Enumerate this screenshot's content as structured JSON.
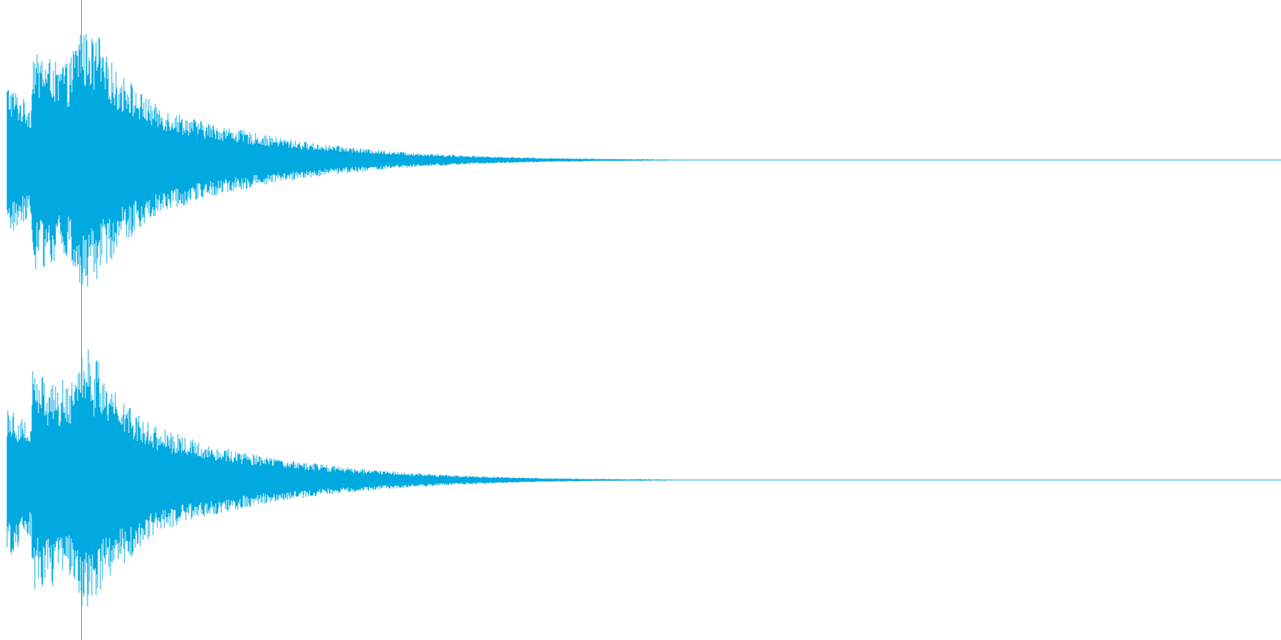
{
  "chart_data": {
    "type": "area",
    "title": "",
    "xlabel": "",
    "ylabel": "",
    "x_range": [
      0,
      1
    ],
    "ylim": [
      -1,
      1
    ],
    "grid": false,
    "legend": "none",
    "playhead": 0.058,
    "series": [
      {
        "channel": 1,
        "envelope": [
          [
            0.0,
            0.55
          ],
          [
            0.004,
            0.52
          ],
          [
            0.008,
            0.48
          ],
          [
            0.012,
            0.44
          ],
          [
            0.016,
            0.41
          ],
          [
            0.019,
            0.4
          ],
          [
            0.02,
            0.84
          ],
          [
            0.024,
            0.73
          ],
          [
            0.028,
            0.78
          ],
          [
            0.032,
            0.7
          ],
          [
            0.036,
            0.76
          ],
          [
            0.04,
            0.62
          ],
          [
            0.044,
            0.74
          ],
          [
            0.048,
            0.66
          ],
          [
            0.052,
            0.8
          ],
          [
            0.056,
            0.9
          ],
          [
            0.058,
            1.0
          ],
          [
            0.061,
            0.87
          ],
          [
            0.064,
            0.96
          ],
          [
            0.068,
            0.82
          ],
          [
            0.072,
            0.9
          ],
          [
            0.076,
            0.7
          ],
          [
            0.08,
            0.76
          ],
          [
            0.085,
            0.63
          ],
          [
            0.09,
            0.59
          ],
          [
            0.095,
            0.61
          ],
          [
            0.1,
            0.5
          ],
          [
            0.108,
            0.46
          ],
          [
            0.115,
            0.4
          ],
          [
            0.125,
            0.36
          ],
          [
            0.135,
            0.33
          ],
          [
            0.145,
            0.3
          ],
          [
            0.155,
            0.27
          ],
          [
            0.17,
            0.24
          ],
          [
            0.185,
            0.21
          ],
          [
            0.2,
            0.18
          ],
          [
            0.22,
            0.15
          ],
          [
            0.24,
            0.12
          ],
          [
            0.26,
            0.1
          ],
          [
            0.28,
            0.08
          ],
          [
            0.3,
            0.065
          ],
          [
            0.32,
            0.052
          ],
          [
            0.34,
            0.042
          ],
          [
            0.36,
            0.033
          ],
          [
            0.38,
            0.026
          ],
          [
            0.4,
            0.02
          ],
          [
            0.42,
            0.015
          ],
          [
            0.44,
            0.012
          ],
          [
            0.46,
            0.009
          ],
          [
            0.48,
            0.007
          ],
          [
            0.5,
            0.005
          ],
          [
            0.52,
            0.004
          ],
          [
            0.54,
            0.003
          ],
          [
            0.555,
            0.0
          ]
        ]
      },
      {
        "channel": 2,
        "envelope": [
          [
            0.0,
            0.55
          ],
          [
            0.004,
            0.52
          ],
          [
            0.008,
            0.48
          ],
          [
            0.012,
            0.44
          ],
          [
            0.016,
            0.41
          ],
          [
            0.019,
            0.4
          ],
          [
            0.02,
            0.82
          ],
          [
            0.024,
            0.71
          ],
          [
            0.028,
            0.76
          ],
          [
            0.032,
            0.69
          ],
          [
            0.036,
            0.75
          ],
          [
            0.04,
            0.61
          ],
          [
            0.044,
            0.73
          ],
          [
            0.048,
            0.65
          ],
          [
            0.052,
            0.79
          ],
          [
            0.056,
            0.9
          ],
          [
            0.058,
            1.0
          ],
          [
            0.061,
            0.86
          ],
          [
            0.064,
            0.95
          ],
          [
            0.068,
            0.8
          ],
          [
            0.072,
            0.88
          ],
          [
            0.076,
            0.68
          ],
          [
            0.08,
            0.74
          ],
          [
            0.085,
            0.62
          ],
          [
            0.09,
            0.58
          ],
          [
            0.095,
            0.6
          ],
          [
            0.1,
            0.49
          ],
          [
            0.108,
            0.45
          ],
          [
            0.115,
            0.39
          ],
          [
            0.125,
            0.35
          ],
          [
            0.135,
            0.32
          ],
          [
            0.145,
            0.29
          ],
          [
            0.155,
            0.26
          ],
          [
            0.17,
            0.23
          ],
          [
            0.185,
            0.2
          ],
          [
            0.2,
            0.17
          ],
          [
            0.22,
            0.14
          ],
          [
            0.24,
            0.12
          ],
          [
            0.26,
            0.095
          ],
          [
            0.28,
            0.078
          ],
          [
            0.3,
            0.063
          ],
          [
            0.32,
            0.05
          ],
          [
            0.34,
            0.04
          ],
          [
            0.36,
            0.032
          ],
          [
            0.38,
            0.025
          ],
          [
            0.4,
            0.019
          ],
          [
            0.42,
            0.014
          ],
          [
            0.44,
            0.011
          ],
          [
            0.46,
            0.008
          ],
          [
            0.48,
            0.006
          ],
          [
            0.5,
            0.005
          ],
          [
            0.52,
            0.004
          ],
          [
            0.54,
            0.003
          ],
          [
            0.555,
            0.0
          ]
        ]
      }
    ]
  },
  "colors": {
    "background": "#ffffff",
    "waveform": "#00a9e0",
    "axis": "#00a9e0",
    "playhead": "#00a9e0"
  }
}
